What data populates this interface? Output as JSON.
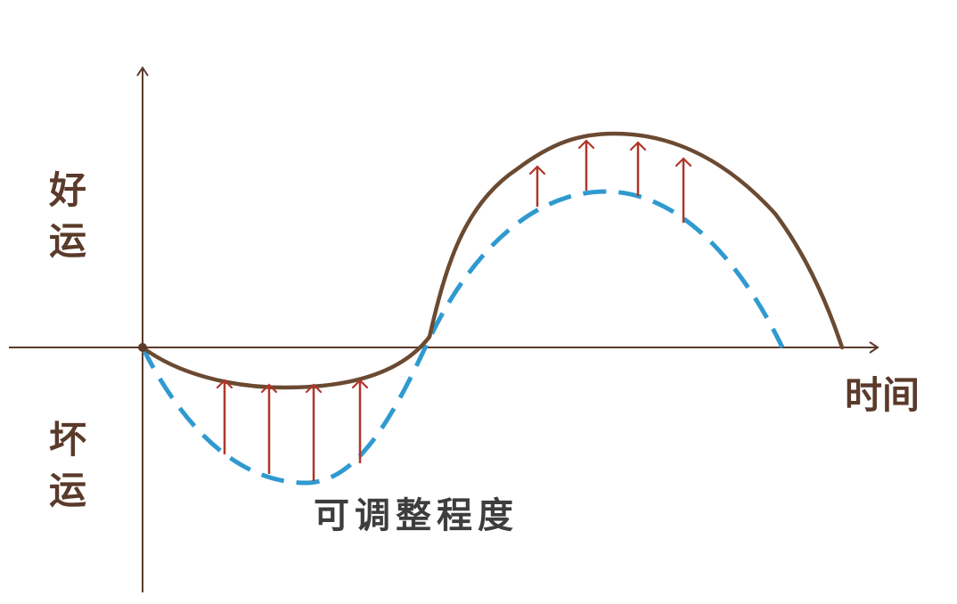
{
  "labels": {
    "good_luck_1": "好",
    "good_luck_2": "运",
    "bad_luck_1": "坏",
    "bad_luck_2": "运",
    "time": "时间",
    "adjustable_degree": "可调整程度"
  },
  "colors": {
    "axis": "#5a3a2a",
    "actual_curve": "#6b4a32",
    "baseline_curve": "#2f9ad0",
    "arrows": "#b0362a",
    "text": "#5a3a2a"
  }
}
